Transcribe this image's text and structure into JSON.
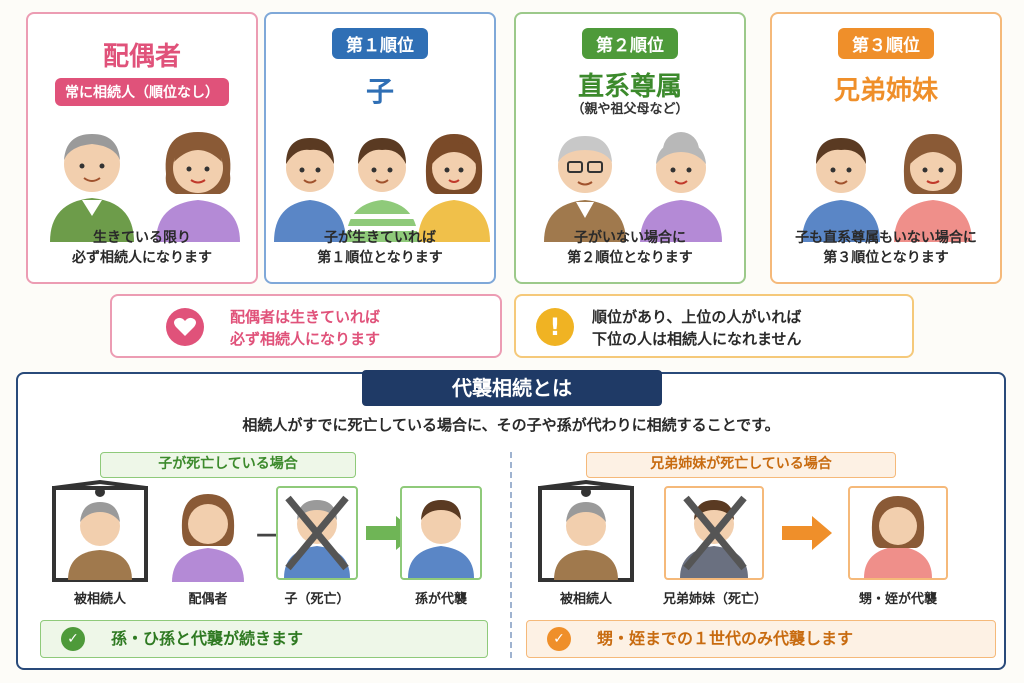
{
  "cards": [
    {
      "title": "配偶者",
      "badge": "常に相続人（順位なし）",
      "desc": [
        "生きている限り",
        "必ず相続人になります"
      ]
    },
    {
      "badge": "第１順位",
      "title": "子",
      "desc": [
        "子が生きていれば",
        "第１順位となります"
      ]
    },
    {
      "badge": "第２順位",
      "title": "直系尊属",
      "subtitle": "（親や祖父母など）",
      "desc": [
        "子がいない場合に",
        "第２順位となります"
      ]
    },
    {
      "badge": "第３順位",
      "title": "兄弟姉妹",
      "desc": [
        "子も直系尊属もいない場合に",
        "第３順位となります"
      ]
    }
  ],
  "notes": [
    {
      "icon": "heart-icon",
      "lines": [
        "配偶者は生きていれば",
        "必ず相続人になります"
      ]
    },
    {
      "icon": "exclamation-icon",
      "lines": [
        "順位があり、上位の人がいれば",
        "下位の人は相続人になれません"
      ]
    }
  ],
  "daishu": {
    "title": "代襲相続とは",
    "subtitle": "相続人がすでに死亡している場合に、その子や孫が代わりに相続することです。",
    "left_case": {
      "title": "子が死亡している場合",
      "labels": [
        "被相続人",
        "配偶者",
        "子（死亡）",
        "孫が代襲"
      ],
      "result": "孫・ひ孫と代襲が続きます"
    },
    "right_case": {
      "title": "兄弟姉妹が死亡している場合",
      "labels": [
        "被相続人",
        "兄弟姉妹（死亡）",
        "甥・姪が代襲"
      ],
      "result": "甥・姪までの１世代のみ代襲します"
    }
  },
  "colors": {
    "spouse": "#e0527a",
    "first": "#2f6fb5",
    "second": "#4e9a3a",
    "third": "#ef8f2a",
    "navy": "#1f3a66"
  }
}
